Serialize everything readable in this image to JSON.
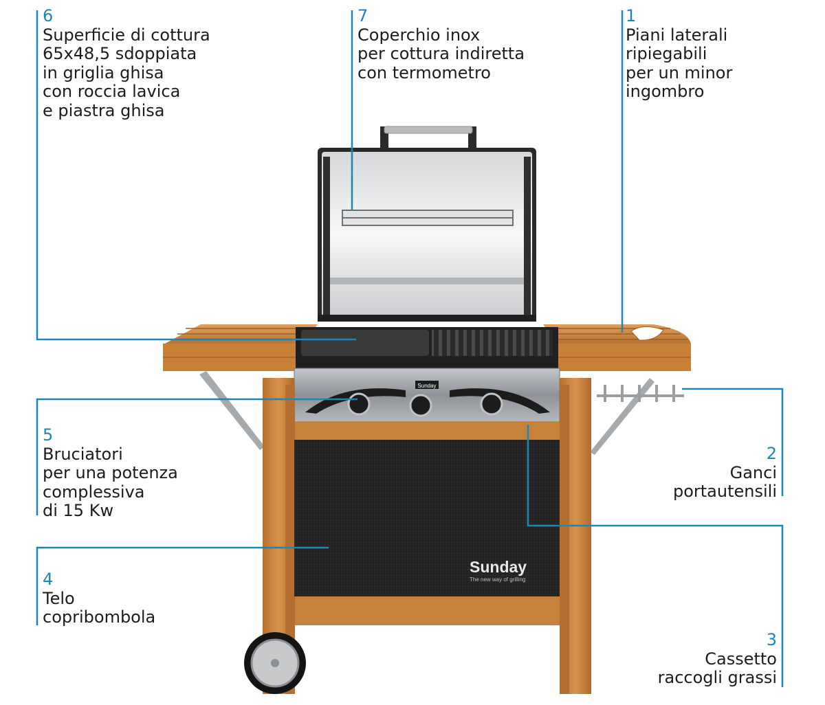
{
  "colors": {
    "leader": "#1e86b5",
    "wood": "#c9803a",
    "wood_dark": "#a5632a",
    "steel": "#9a9ea3",
    "black": "#1e1e1e",
    "text": "#1c1c1c"
  },
  "callouts": [
    {
      "id": "6",
      "number": "6",
      "lines": [
        "Superficie di cottura",
        "65x48,5 sdoppiata",
        "in griglia ghisa",
        "con roccia lavica",
        "e piastra ghisa"
      ]
    },
    {
      "id": "7",
      "number": "7",
      "lines": [
        "Coperchio inox",
        "per cottura indiretta",
        "con termometro"
      ]
    },
    {
      "id": "1",
      "number": "1",
      "lines": [
        "Piani laterali",
        "ripiegabili",
        "per un minor",
        "ingombro"
      ]
    },
    {
      "id": "5",
      "number": "5",
      "lines": [
        "Bruciatori",
        "per una potenza",
        "complessiva",
        "di 15 Kw"
      ]
    },
    {
      "id": "2",
      "number": "2",
      "lines": [
        "Ganci",
        "portautensili"
      ]
    },
    {
      "id": "4",
      "number": "4",
      "lines": [
        "Telo",
        "copribombola"
      ]
    },
    {
      "id": "3",
      "number": "3",
      "lines": [
        "Cassetto",
        "raccogli grassi"
      ]
    }
  ],
  "brand": {
    "name": "Sunday",
    "tagline": "The new way of grilling",
    "panel_logo": "Sunday"
  },
  "icons": [
    "grill-illustration",
    "wheel-icon",
    "control-knob-icon",
    "thermometer-icon"
  ]
}
